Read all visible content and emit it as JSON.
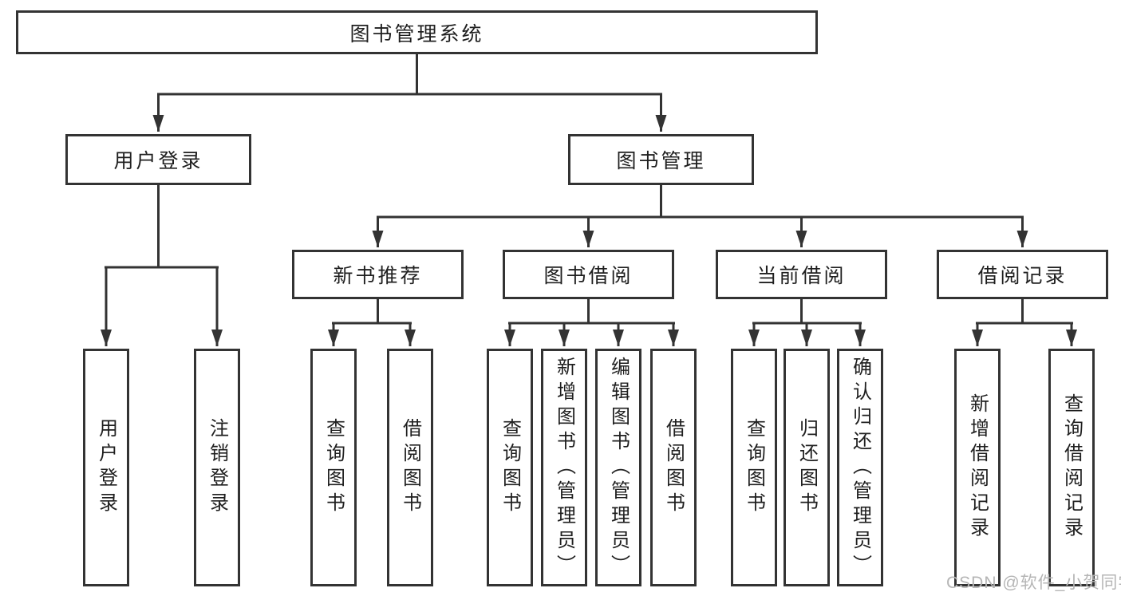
{
  "tree": {
    "root": {
      "label": "图书管理系统",
      "children": [
        {
          "label": "用户登录",
          "children": [
            {
              "label": "用户登录"
            },
            {
              "label": "注销登录"
            }
          ]
        },
        {
          "label": "图书管理",
          "children": [
            {
              "label": "新书推荐",
              "children": [
                {
                  "label": "查询图书"
                },
                {
                  "label": "借阅图书"
                }
              ]
            },
            {
              "label": "图书借阅",
              "children": [
                {
                  "label": "查询图书"
                },
                {
                  "label": "新增图书（管理员）"
                },
                {
                  "label": "编辑图书（管理员）"
                },
                {
                  "label": "借阅图书"
                }
              ]
            },
            {
              "label": "当前借阅",
              "children": [
                {
                  "label": "查询图书"
                },
                {
                  "label": "归还图书"
                },
                {
                  "label": "确认归还（管理员）"
                }
              ]
            },
            {
              "label": "借阅记录",
              "children": [
                {
                  "label": "新增借阅记录"
                },
                {
                  "label": "查询借阅记录"
                }
              ]
            }
          ]
        }
      ]
    }
  },
  "watermark": {
    "text": "CSDN @软件_小贺同学"
  },
  "colors": {
    "line": "#333333",
    "box_border": "#333333",
    "text": "#1f1f1f",
    "watermark": "#b5b5b5",
    "background": "#ffffff"
  }
}
